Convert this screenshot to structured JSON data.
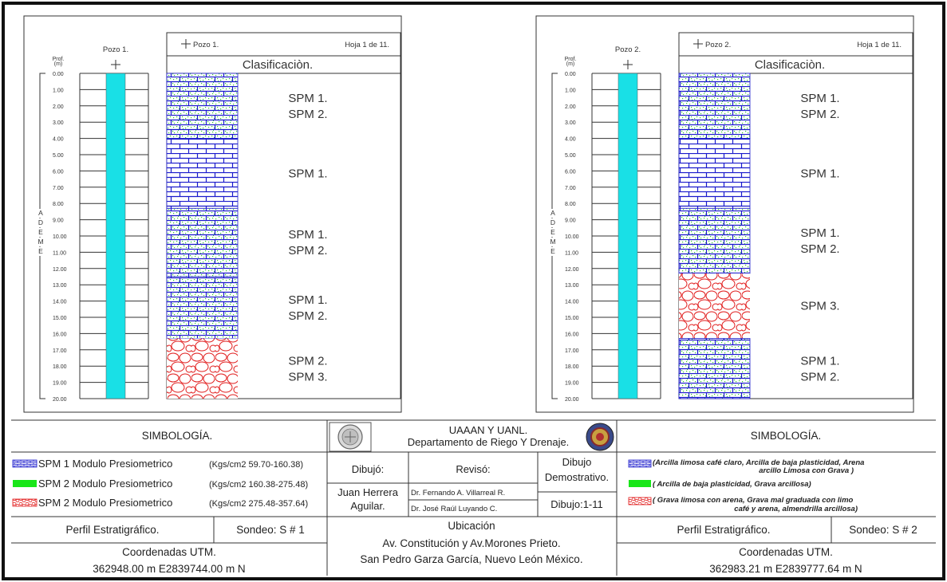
{
  "wells": [
    {
      "well_label": "Pozo 1.",
      "header_well": "Pozo 1.",
      "sheet": "Hoja 1 de 11.",
      "classification_title": "Clasificaciòn.",
      "depth_header_1": "Prof.",
      "depth_header_2": "(m)",
      "casing_letters": [
        "A",
        "D",
        "E",
        "M",
        "E"
      ],
      "depth_ticks": [
        "0.00",
        "1.00",
        "2.00",
        "3.00",
        "4.00",
        "5.00",
        "6.00",
        "7.00",
        "8.00",
        "9.00",
        "10.00",
        "11.00",
        "12.00",
        "13.00",
        "14.00",
        "15.00",
        "16.00",
        "17.00",
        "18.00",
        "19.00",
        "20.00"
      ],
      "layers": [
        {
          "from_m": 0,
          "to_m": 4,
          "pattern": "brick-dots",
          "labels": [
            "SPM 1.",
            "SPM 2."
          ]
        },
        {
          "from_m": 4,
          "to_m": 8.3,
          "pattern": "brick",
          "labels": [
            "SPM 1."
          ]
        },
        {
          "from_m": 8.3,
          "to_m": 12.5,
          "pattern": "brick-dots",
          "labels": [
            "SPM 1.",
            "SPM 2."
          ]
        },
        {
          "from_m": 12.5,
          "to_m": 16.3,
          "pattern": "brick-dots",
          "labels": [
            "SPM 1.",
            "SPM 2."
          ]
        },
        {
          "from_m": 16.3,
          "to_m": 20,
          "pattern": "gravel",
          "labels": [
            "SPM 2.",
            "SPM 3."
          ]
        }
      ]
    },
    {
      "well_label": "Pozo 2.",
      "header_well": "Pozo 2.",
      "sheet": "Hoja 1 de 11.",
      "classification_title": "Clasificaciòn.",
      "depth_header_1": "Prof.",
      "depth_header_2": "(m)",
      "casing_letters": [
        "A",
        "D",
        "E",
        "M",
        "E"
      ],
      "depth_ticks": [
        "0.00",
        "1.00",
        "2.00",
        "3.00",
        "4.00",
        "5.00",
        "6.00",
        "7.00",
        "8.00",
        "9.00",
        "10.00",
        "11.00",
        "12.00",
        "13.00",
        "14.00",
        "15.00",
        "16.00",
        "17.00",
        "18.00",
        "19.00",
        "20.00"
      ],
      "layers": [
        {
          "from_m": 0,
          "to_m": 4,
          "pattern": "brick-dots",
          "labels": [
            "SPM 1.",
            "SPM 2."
          ]
        },
        {
          "from_m": 4,
          "to_m": 8.3,
          "pattern": "brick",
          "labels": [
            "SPM 1."
          ]
        },
        {
          "from_m": 8.3,
          "to_m": 12.3,
          "pattern": "brick-dots",
          "labels": [
            "SPM 1.",
            "SPM 2."
          ]
        },
        {
          "from_m": 12.3,
          "to_m": 16.3,
          "pattern": "gravel",
          "labels": [
            "SPM 3."
          ]
        },
        {
          "from_m": 16.3,
          "to_m": 20,
          "pattern": "brick-dots",
          "labels": [
            "SPM 1.",
            "SPM 2."
          ]
        }
      ]
    }
  ],
  "legend_left": {
    "title": "SIMBOLOGÍA.",
    "items": [
      {
        "name": "SPM 1 Modulo Presiometrico",
        "range": "(Kgs/cm2 59.70-160.38)",
        "swatch": "brick-blue"
      },
      {
        "name": "SPM 2 Modulo Presiometrico",
        "range": "(Kgs/cm2 160.38-275.48)",
        "swatch": "green"
      },
      {
        "name": "SPM 2 Modulo Presiometrico",
        "range": "(Kgs/cm2 275.48-357.64)",
        "swatch": "gravel-red"
      }
    ]
  },
  "legend_right": {
    "title": "SIMBOLOGÍA.",
    "items": [
      {
        "text_1": "(Arcilla limosa café claro, Arcilla de baja plasticidad, Arena",
        "text_2": "arcillo Limosa con Grava )",
        "swatch": "brick-blue"
      },
      {
        "text_1": "( Arcilla de baja plasticidad, Grava arcillosa)",
        "text_2": "",
        "swatch": "green"
      },
      {
        "text_1": "( Grava limosa con arena, Grava mal graduada con limo",
        "text_2": "café y arena, almendrilla arcillosa)",
        "swatch": "gravel-red"
      }
    ]
  },
  "institution": {
    "name": "UAAAN Y UANL.",
    "department": "Departamento de Riego Y Drenaje."
  },
  "credits": {
    "drew_label": "Dibujó:",
    "drew_name_1": "Juan Herrera",
    "drew_name_2": "Aguilar.",
    "reviewed_label": "Revisó:",
    "reviewer_1": "Dr. Fernando A. Villarreal R.",
    "reviewer_2": "Dr. José Raúl Luyando C.",
    "drawing_label_1": "Dibujo",
    "drawing_label_2": "Demostrativo.",
    "drawing_number": "Dibujo:1-11"
  },
  "location": {
    "title": "Ubicación",
    "line1": "Av. Constitución y Av.Morones Prieto.",
    "line2": "San Pedro Garza García, Nuevo León México."
  },
  "profile_left": {
    "title": "Perfil Estratigráfico.",
    "sondeo": "Sondeo: S # 1",
    "coord_title": "Coordenadas UTM.",
    "coords": "362948.00 m E2839744.00 m N"
  },
  "profile_right": {
    "title": "Perfil Estratigráfico.",
    "sondeo": "Sondeo: S # 2",
    "coord_title": "Coordenadas UTM.",
    "coords": "362983.21 m E2839777.64 m N"
  },
  "colors": {
    "casing": "#19e0e6",
    "brick_line": "#1a1acc",
    "dots": "#2ecc2e",
    "gravel": "#e11a1a",
    "legend_green": "#19e619"
  }
}
